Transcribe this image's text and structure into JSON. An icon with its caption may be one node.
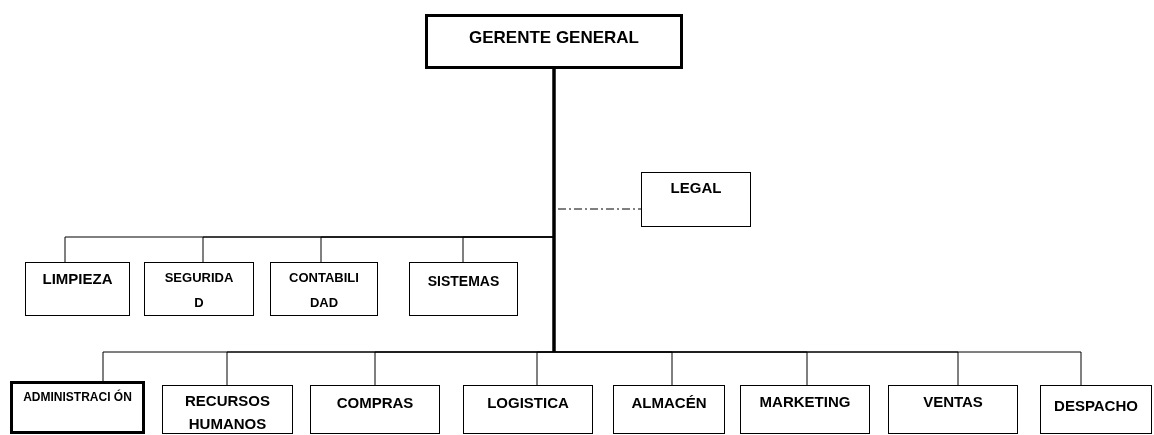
{
  "diagram": {
    "nodes": [
      {
        "text": [
          "GERENTE GENERAL"
        ]
      },
      {
        "text": [
          "LEGAL"
        ]
      },
      {
        "text": [
          "LIMPIEZA"
        ]
      },
      {
        "text": [
          "SEGURIDA D"
        ]
      },
      {
        "text": [
          "CONTABILI DAD"
        ]
      },
      {
        "text": [
          "SISTEMAS"
        ]
      },
      {
        "text": [
          "ADMINISTRACI ÓN"
        ]
      },
      {
        "text": [
          "RECURSOS HUMANOS"
        ]
      },
      {
        "text": [
          "COMPRAS"
        ]
      },
      {
        "text": [
          "LOGISTICA"
        ]
      },
      {
        "text": [
          "ALMACÉN"
        ]
      },
      {
        "text": [
          "MARKETING"
        ]
      },
      {
        "text": [
          "VENTAS"
        ]
      },
      {
        "text": [
          "DESPACHO"
        ]
      }
    ],
    "edges": [
      {
        "from": 0,
        "to": 1,
        "arrow": "none",
        "style": "dashed"
      },
      {
        "from": 0,
        "to": 2,
        "arrow": "none"
      },
      {
        "from": 0,
        "to": 3,
        "arrow": "none"
      },
      {
        "from": 0,
        "to": 4,
        "arrow": "none"
      },
      {
        "from": 0,
        "to": 5,
        "arrow": "none"
      },
      {
        "from": 0,
        "to": 6,
        "arrow": "none"
      },
      {
        "from": 0,
        "to": 7,
        "arrow": "none"
      },
      {
        "from": 0,
        "to": 8,
        "arrow": "none"
      },
      {
        "from": 0,
        "to": 9,
        "arrow": "none"
      },
      {
        "from": 0,
        "to": 10,
        "arrow": "none"
      },
      {
        "from": 0,
        "to": 11,
        "arrow": "none"
      },
      {
        "from": 0,
        "to": 12,
        "arrow": "none"
      },
      {
        "from": 0,
        "to": 13,
        "arrow": "none"
      }
    ]
  }
}
